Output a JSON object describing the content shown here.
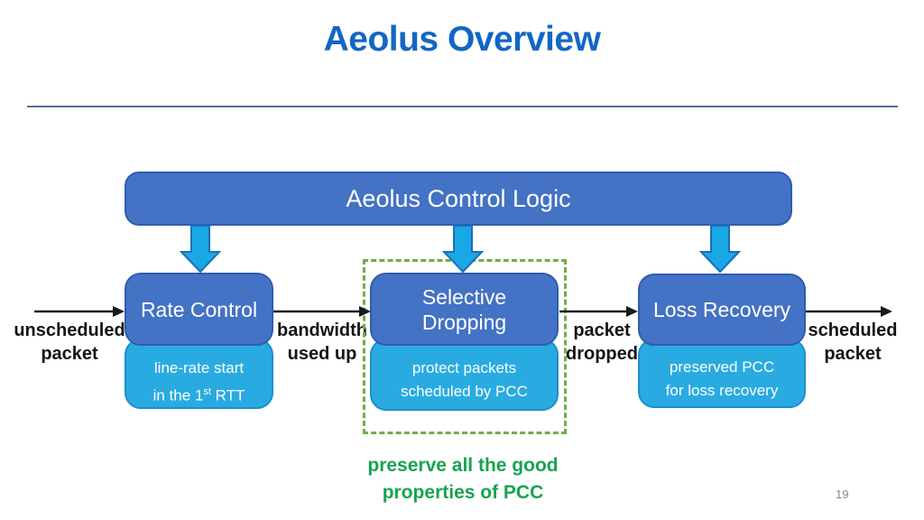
{
  "slide": {
    "title": "Aeolus Overview",
    "page_number": "19"
  },
  "control_logic": {
    "label": "Aeolus Control Logic"
  },
  "modules": {
    "rate_control": {
      "title": "Rate Control",
      "caption_line1": "line-rate start",
      "caption_line2_start": "in the 1",
      "caption_line2_sup": "st",
      "caption_line2_end": " RTT"
    },
    "selective_dropping": {
      "title_line1": "Selective",
      "title_line2": "Dropping",
      "caption_line1": "protect packets",
      "caption_line2": "scheduled by PCC"
    },
    "loss_recovery": {
      "title": "Loss Recovery",
      "caption_line1": "preserved PCC",
      "caption_line2": "for loss recovery"
    }
  },
  "flow_labels": {
    "input": {
      "line1": "unscheduled",
      "line2": "packet"
    },
    "between_rate_and_dropping": {
      "line1": "bandwidth",
      "line2": "used up"
    },
    "between_dropping_and_recovery": {
      "line1": "packet",
      "line2": "dropped"
    },
    "output": {
      "line1": "scheduled",
      "line2": "packet"
    }
  },
  "highlight_note": {
    "line1": "preserve all the good",
    "line2": "properties of PCC"
  },
  "colors": {
    "title_blue": "#1266C4",
    "box_blue": "#4472C4",
    "box_cyan": "#29ABE2",
    "arrow_cyan": "#1AA7E5",
    "dashed_green": "#6FAD4C",
    "note_green": "#17A350",
    "divider_slate": "#4E7294"
  }
}
